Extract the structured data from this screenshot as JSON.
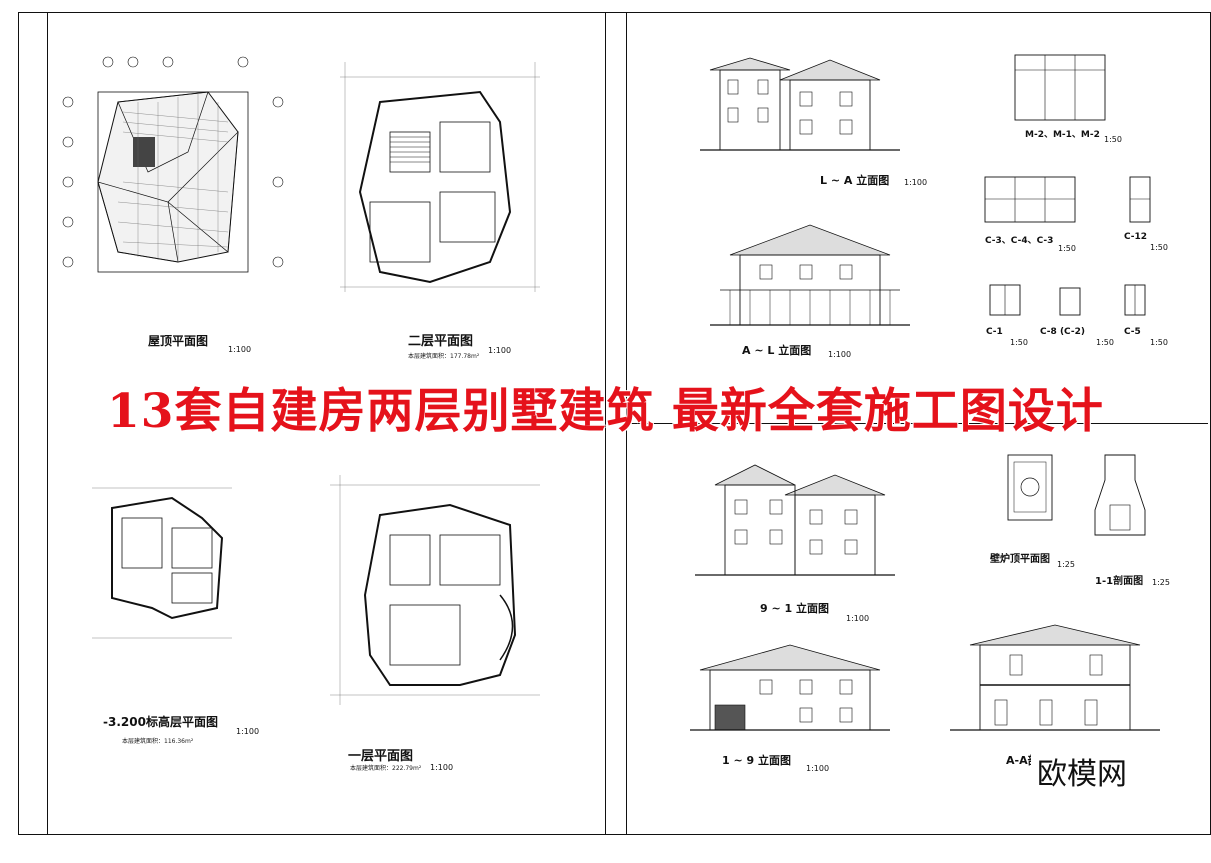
{
  "banner": "13套自建房两层别墅建筑 最新全套施工图设计",
  "brand": "欧模网",
  "left_sheet": {
    "roof_plan": {
      "title": "屋顶平面图",
      "scale": "1:100"
    },
    "second_floor": {
      "title": "二层平面图",
      "scale": "1:100",
      "area": "本层建筑面积：177.78m²"
    },
    "basement": {
      "title": "-3.200标高层平面图",
      "scale": "1:100",
      "area": "本层建筑面积：116.36m²"
    },
    "first_floor": {
      "title": "一层平面图",
      "scale": "1:100",
      "area": "本层建筑面积：222.79m²"
    }
  },
  "right_sheet": {
    "elev_LA": {
      "title": "L ~ A 立面图",
      "scale": "1:100"
    },
    "elev_AL": {
      "title": "A ~ L 立面图",
      "scale": "1:100"
    },
    "doors_M": {
      "title": "M-2、M-1、M-2",
      "scale": "1:50"
    },
    "windows_C": {
      "title": "C-3、C-4、C-3",
      "scale": "1:50"
    },
    "window_C12": {
      "title": "C-12",
      "scale": "1:50"
    },
    "window_C1": {
      "title": "C-1",
      "scale": "1:50"
    },
    "window_C8": {
      "title": "C-8 (C-2)",
      "scale": "1:50"
    },
    "window_C5": {
      "title": "C-5",
      "scale": "1:50"
    },
    "elev_91": {
      "title": "9 ~ 1 立面图",
      "scale": "1:100"
    },
    "elev_19": {
      "title": "1 ~ 9 立面图",
      "scale": "1:100"
    },
    "fireplace": {
      "title": "壁炉顶平面图",
      "scale": "1:25"
    },
    "section_11": {
      "title": "1-1剖面图",
      "scale": "1:25"
    },
    "section_AA": {
      "title": "A-A剖面图"
    }
  }
}
